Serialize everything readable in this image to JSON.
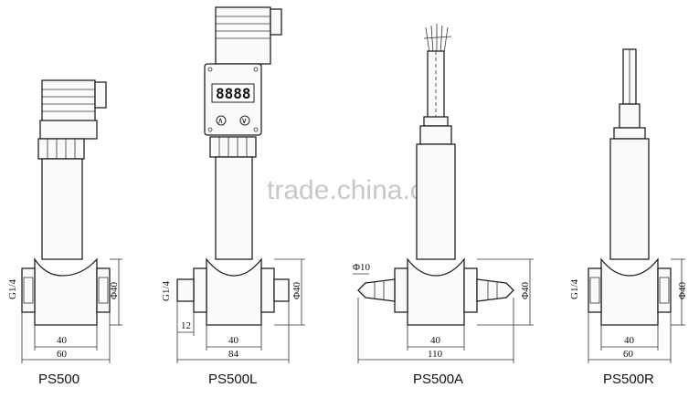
{
  "watermark": "trade.china.cn",
  "models": [
    {
      "label": "PS500",
      "thread": "G1/4",
      "dim_inner": "40",
      "dim_outer": "60",
      "dim_height": "Φ40"
    },
    {
      "label": "PS500L",
      "thread": "G1/4",
      "dim_inner": "40",
      "dim_outer": "84",
      "dim_height": "Φ40",
      "dim_small": "12"
    },
    {
      "label": "PS500A",
      "thread": "Φ10",
      "dim_inner": "40",
      "dim_outer": "110",
      "dim_height": "Φ40"
    },
    {
      "label": "PS500R",
      "thread": "G1/4",
      "dim_inner": "40",
      "dim_outer": "60",
      "dim_height": "Φ40"
    }
  ],
  "display": {
    "digits": "8888",
    "up_icon": "up-arrow-icon",
    "down_icon": "down-arrow-icon"
  },
  "colors": {
    "line": "#222222",
    "watermark": "#c8c8c8"
  }
}
